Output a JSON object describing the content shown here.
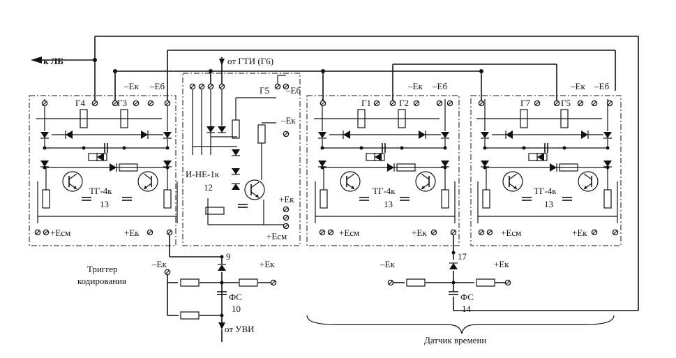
{
  "labels": {
    "to_lb": "к ЛБ",
    "from_gti": "от ГТИ (Г6)",
    "from_uvi": "от УВИ",
    "trigger_caption_1": "Триггер",
    "trigger_caption_2": "кодирования",
    "time_sensor": "Датчик времени"
  },
  "blocks": {
    "tg_left": {
      "type": "ТГ-4к",
      "num": "13",
      "gates": [
        "Г4",
        "Г3"
      ],
      "pwr_k": "+Eк",
      "pwr_sm": "+Eсм",
      "ek": "–Eк",
      "eb": "–Eб"
    },
    "and_not": {
      "type": "И-НЕ-1к",
      "num": "12",
      "gate": "Г5",
      "eb": "–Eб",
      "ek": "–Eк",
      "pk": "+Eк",
      "psm": "+Eсм"
    },
    "tg_mid": {
      "type": "ТГ-4к",
      "num": "13",
      "gates": [
        "Г1",
        "Г2"
      ],
      "pwr_k": "+Eк",
      "pwr_sm": "+Eсм",
      "ek": "–Eк",
      "eb": "–Eб"
    },
    "tg_right": {
      "type": "ТГ-4к",
      "num": "13",
      "gates": [
        "Г7",
        "Г5"
      ],
      "pwr_k": "+Eк",
      "pwr_sm": "+Eсм",
      "ek": "–Eк",
      "eb": "–Eб"
    }
  },
  "fs_left": {
    "name": "ФС",
    "num": "10",
    "pin": "9",
    "ek_neg": "–Eк",
    "ek_pos": "+Eк"
  },
  "fs_right": {
    "name": "ФС",
    "num": "14",
    "pin": "17",
    "ek_neg": "–Eк",
    "ek_pos": "+Eк"
  }
}
